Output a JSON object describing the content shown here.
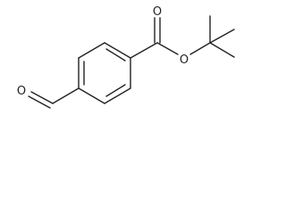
{
  "molecule": {
    "atoms": {
      "ester_carbonyl_oxygen": "O",
      "ester_linking_oxygen": "O",
      "aldehyde_oxygen": "O"
    },
    "colors": {
      "bond": "#222222",
      "label": "#222222",
      "background": "#ffffff"
    }
  }
}
